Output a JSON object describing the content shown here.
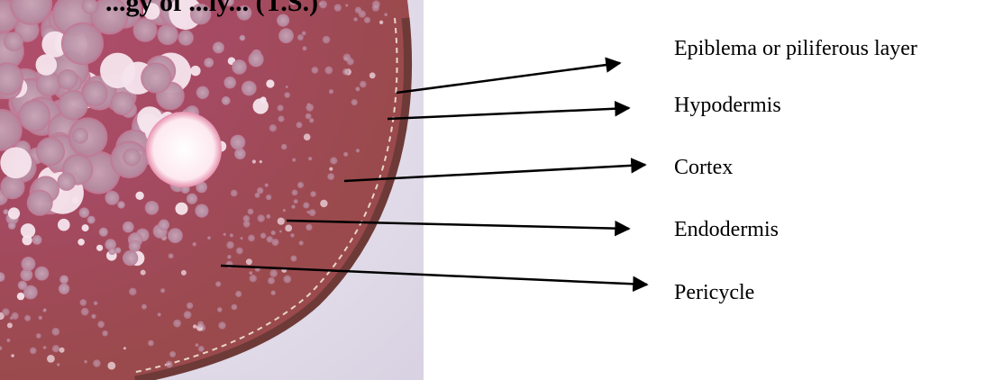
{
  "title": "...gy of ...ly... (T.S.)",
  "image": {
    "subject": "root transverse section micrograph"
  },
  "labels": [
    {
      "text": "Epiblema or piliferous layer"
    },
    {
      "text": "Hypodermis"
    },
    {
      "text": "Cortex"
    },
    {
      "text": "Endodermis"
    },
    {
      "text": "Pericycle"
    }
  ],
  "colors": {
    "tissue_base": "#a8475f",
    "tissue_dark": "#8c3a4f",
    "cell_light": "#f3dbe4",
    "background_light": "#e9e4ef",
    "arrow": "#000000"
  }
}
